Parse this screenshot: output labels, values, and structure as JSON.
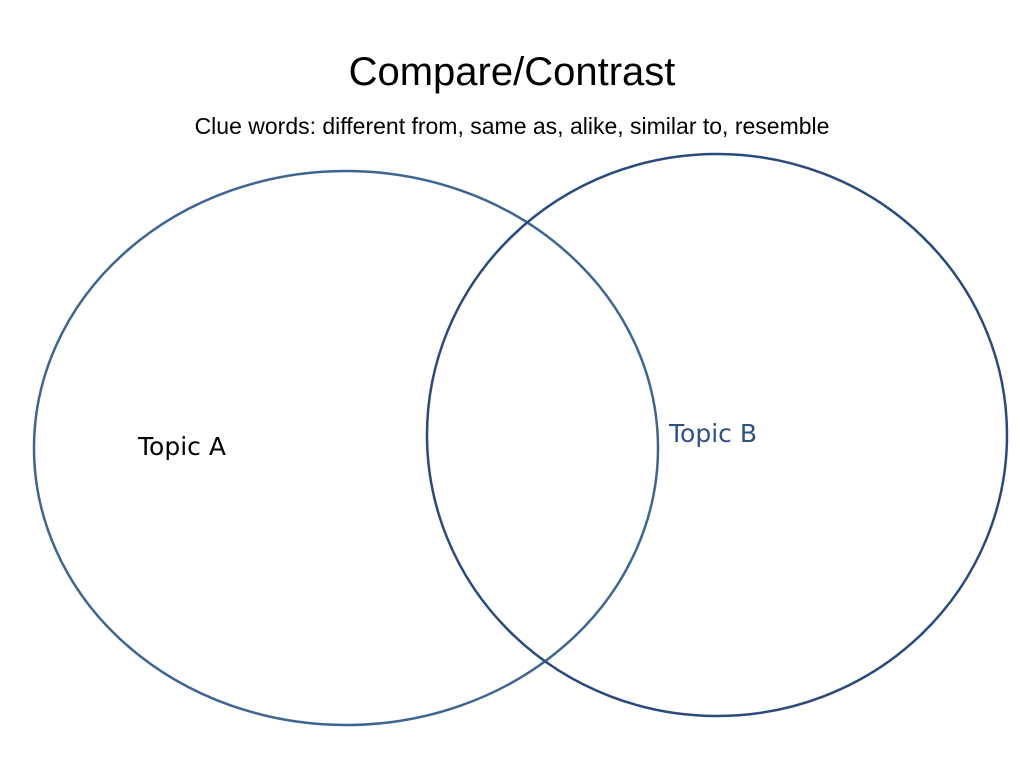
{
  "slide": {
    "title": "Compare/Contrast",
    "subtitle": "Clue words: different from, same as, alike, similar to, resemble"
  },
  "venn": {
    "circles": [
      {
        "label": "Topic A",
        "label_color": "#000000",
        "stroke_color": "#3f6594"
      },
      {
        "label": "Topic B",
        "label_color": "#2f4f86",
        "stroke_color": "#2a4a7f"
      }
    ]
  }
}
